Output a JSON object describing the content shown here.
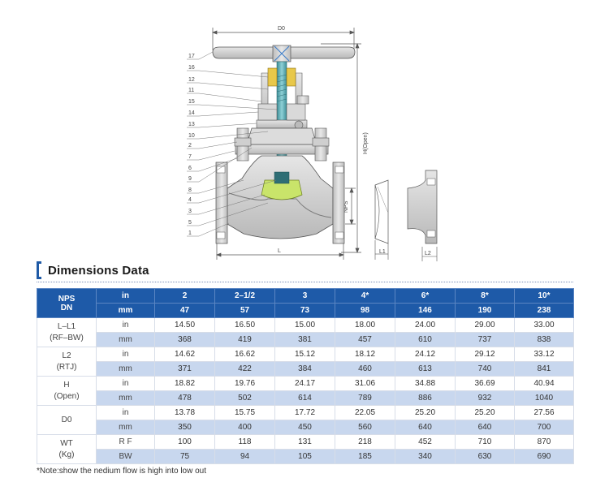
{
  "drawing": {
    "callouts": [
      "17",
      "16",
      "12",
      "11",
      "15",
      "14",
      "13",
      "10",
      "2",
      "7",
      "6",
      "9",
      "8",
      "4",
      "3",
      "5",
      "1"
    ],
    "dims": {
      "d0": "D0",
      "h_open": "H(Open)",
      "nps": "NPS",
      "l": "L",
      "l1": "L1",
      "l2": "L2"
    }
  },
  "section": {
    "title": "Dimensions Data"
  },
  "table": {
    "header": {
      "nps": "NPS",
      "dn": "DN",
      "in": "in",
      "mm": "mm",
      "sizes_in": [
        "2",
        "2–1/2",
        "3",
        "4*",
        "6*",
        "8*",
        "10*"
      ],
      "sizes_mm": [
        "47",
        "57",
        "73",
        "98",
        "146",
        "190",
        "238"
      ]
    },
    "groups": [
      {
        "label1": "L–L1",
        "label2": "(RF–BW)",
        "rows": [
          {
            "unit": "in",
            "values": [
              "14.50",
              "16.50",
              "15.00",
              "18.00",
              "24.00",
              "29.00",
              "33.00"
            ]
          },
          {
            "unit": "mm",
            "values": [
              "368",
              "419",
              "381",
              "457",
              "610",
              "737",
              "838"
            ]
          }
        ]
      },
      {
        "label1": "L2",
        "label2": "(RTJ)",
        "rows": [
          {
            "unit": "in",
            "values": [
              "14.62",
              "16.62",
              "15.12",
              "18.12",
              "24.12",
              "29.12",
              "33.12"
            ]
          },
          {
            "unit": "mm",
            "values": [
              "371",
              "422",
              "384",
              "460",
              "613",
              "740",
              "841"
            ]
          }
        ]
      },
      {
        "label1": "H",
        "label2": "(Open)",
        "rows": [
          {
            "unit": "in",
            "values": [
              "18.82",
              "19.76",
              "24.17",
              "31.06",
              "34.88",
              "36.69",
              "40.94"
            ]
          },
          {
            "unit": "mm",
            "values": [
              "478",
              "502",
              "614",
              "789",
              "886",
              "932",
              "1040"
            ]
          }
        ]
      },
      {
        "label1": "D0",
        "label2": "",
        "rows": [
          {
            "unit": "in",
            "values": [
              "13.78",
              "15.75",
              "17.72",
              "22.05",
              "25.20",
              "25.20",
              "27.56"
            ]
          },
          {
            "unit": "mm",
            "values": [
              "350",
              "400",
              "450",
              "560",
              "640",
              "640",
              "700"
            ]
          }
        ]
      },
      {
        "label1": "WT",
        "label2": "(Kg)",
        "rows": [
          {
            "unit": "R F",
            "values": [
              "100",
              "118",
              "131",
              "218",
              "452",
              "710",
              "870"
            ]
          },
          {
            "unit": "BW",
            "values": [
              "75",
              "94",
              "105",
              "185",
              "340",
              "630",
              "690"
            ]
          }
        ]
      }
    ]
  },
  "note": "*Note:show the nedium flow is high into low out",
  "colors": {
    "header_bg": "#1e5aa8",
    "row_alt": "#c8d7ee",
    "disc_green": "#c9e46a",
    "packing_yellow": "#e8c84a",
    "stem_teal": "#4fa9b3"
  }
}
